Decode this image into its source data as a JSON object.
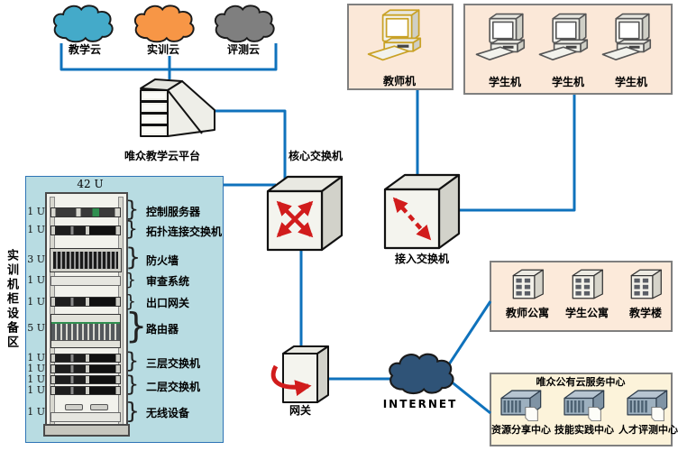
{
  "clouds": {
    "teaching": "教学云",
    "training": "实训云",
    "testing": "评测云"
  },
  "platform": "唯众教学云平台",
  "core_switch": "核心交换机",
  "access_switch": "接入交换机",
  "teacher_pc": "教师机",
  "student_pcs": [
    "学生机",
    "学生机",
    "学生机"
  ],
  "rack": {
    "area": "实训机柜设备区",
    "capacity": "42 U",
    "brace": "}",
    "units": [
      "1 U",
      "1 U",
      "3 U",
      "1 U",
      "1 U",
      "5 U",
      "1 U",
      "1 U",
      "1 U",
      "1 U",
      "1 U"
    ],
    "devices": [
      "控制服务器",
      "拓扑连接交换机",
      "防火墙",
      "审查系统",
      "出口网关",
      "路由器",
      "三层交换机",
      "二层交换机",
      "无线设备"
    ]
  },
  "gateway": "网关",
  "internet": "INTERNET",
  "campus": [
    "教师公寓",
    "学生公寓",
    "教学楼"
  ],
  "public_cloud": {
    "title": "唯众公有云服务中心",
    "centers": [
      "资源分享中心",
      "技能实践中心",
      "人才评测中心"
    ]
  },
  "colors": {
    "line": "#0F72BC",
    "cloud_teaching": "#44AAC9",
    "cloud_training": "#F79646",
    "cloud_testing": "#7F7F7F",
    "internet_cloud": "#2F5377",
    "arrow_red": "#D11C1C",
    "rack_bg": "#B8DCE2",
    "pc_box_bg": "#FBE8D8",
    "campus_bg": "#FCEADA",
    "public_bg": "#FCF3DA"
  }
}
